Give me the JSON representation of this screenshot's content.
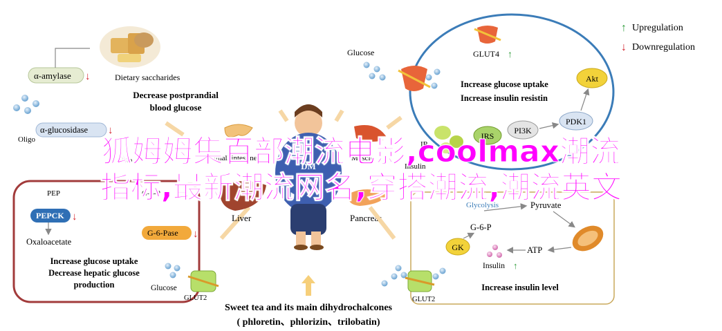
{
  "legend": {
    "up_label": "Upregulation",
    "down_label": "Downregulation",
    "up_arrow": "↑",
    "down_arrow": "↓"
  },
  "colors": {
    "red_box": "#a23b3b",
    "blue_oval": "#3b7cb8",
    "gold_box": "#c9a85a",
    "overlay_text": "#ff00ff",
    "up_arrow": "#2e9c3a",
    "down_arrow": "#d2202a"
  },
  "intestine_panel": {
    "amylase": "α-amylase",
    "dietary": "Dietary saccharides",
    "decrease_line1": "Decrease postprandial",
    "decrease_line2": "blood glucose",
    "glucosidase": "α-glucosidase",
    "oligo_partial": "Oligo",
    "mono_partial": "Mo"
  },
  "liver_panel": {
    "pepck": "PEPCK",
    "oxaloacetate": "Oxaloacetate",
    "g6pase": "G-6-Pase",
    "text_line1": "Increase glucose uptake",
    "text_line2": "Decrease hepatic glucose",
    "text_line3": "production",
    "glucose": "Glucose",
    "glut2": "GLUT2",
    "pep_partial": "PEP",
    "g6p_partial": "G-6-P"
  },
  "muscle_panel": {
    "glucose": "Glucose",
    "glut4": "GLUT4",
    "text_line1": "Increase glucose uptake",
    "text_line2": "Increase insulin resistin",
    "akt": "Akt",
    "pdk1": "PDK1",
    "pi3k": "PI3K",
    "irs": "IRS",
    "ir": "IR",
    "insulin": "Insulin"
  },
  "pancreas_panel": {
    "glycolysis": "Glycolysis",
    "pyruvate": "Pyruvate",
    "g6p": "G-6-P",
    "gk": "GK",
    "atp": "ATP",
    "insulin": "Insulin",
    "text": "Increase insulin level",
    "glut2": "GLUT2"
  },
  "organs": {
    "liver": "Liver",
    "pancreas": "Pancreas",
    "small_intestine": "Small intestine",
    "muscle": "Muscle",
    "dm": "DM"
  },
  "bottom": {
    "line1": "Sweet tea and its main dihydrochalcones",
    "line2": "( phloretin、phlorizin、trilobatin)"
  },
  "overlay": {
    "line1": "狐姆姆集百部潮流电影,coolmax潮流",
    "line2": "指标,最新潮流网名,穿搭潮流,潮流英文"
  }
}
